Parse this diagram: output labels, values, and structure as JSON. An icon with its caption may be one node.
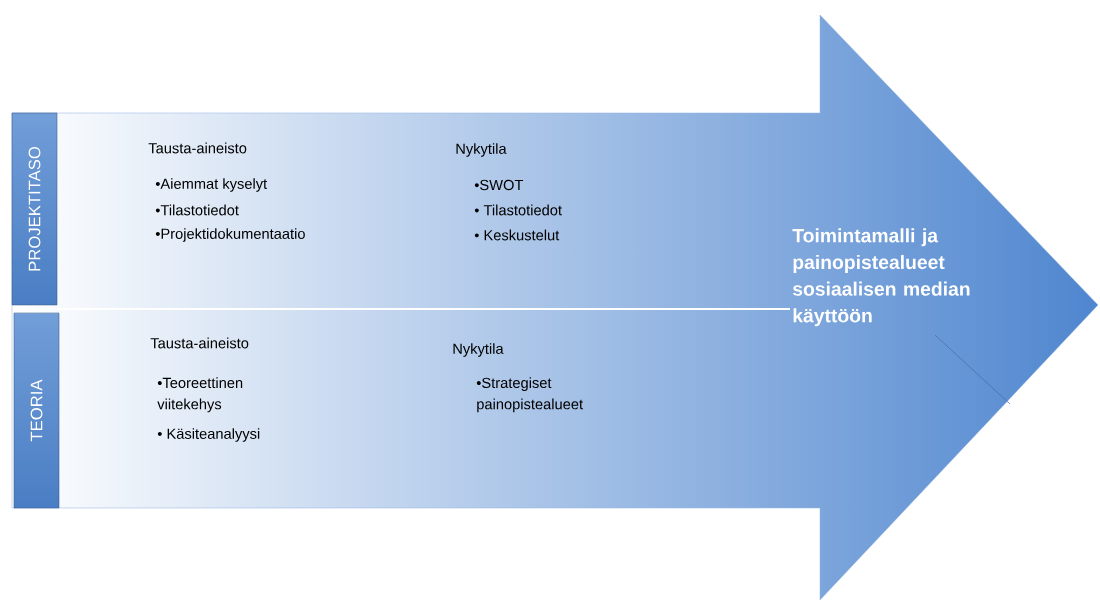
{
  "diagram": {
    "nodes": [
      {
        "text": [
          "Toimintamalli ja painopistealueet sosiaalisen median käyttöön"
        ]
      },
      {
        "text": [
          "PROJEKTITASO"
        ],
        "in": 0
      },
      {
        "text": [
          "TEORIA"
        ],
        "in": 0
      }
    ],
    "labels": [
      "Tausta-aineisto",
      "•Aiemmat kyselyt",
      "•Tilastotiedot",
      "•Projektidokumentaatio",
      "Nykytila",
      "•SWOT",
      "• Tilastotiedot",
      "• Keskustelut",
      "Tausta-aineisto",
      "•Teoreettinen viitekehys",
      "• Käsiteanalyysi",
      "Nykytila",
      "•Strategiset painopistealueet"
    ]
  }
}
